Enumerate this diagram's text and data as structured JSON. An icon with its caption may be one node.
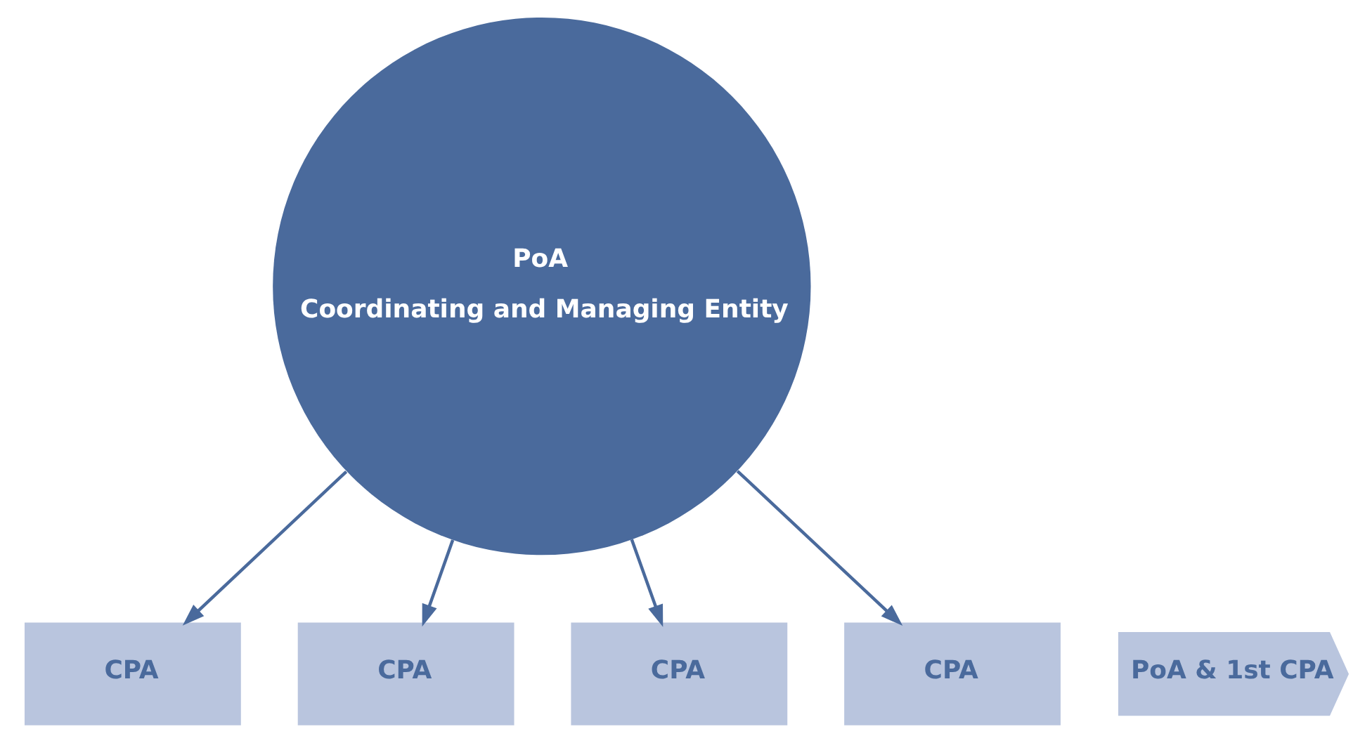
{
  "diagram": {
    "nodes": [
      {
        "text": [
          "PoA",
          "Coordinating and Managing Entity"
        ]
      },
      {
        "text": [
          "CPA"
        ]
      },
      {
        "text": [
          "CPA"
        ]
      },
      {
        "text": [
          "CPA"
        ]
      },
      {
        "text": [
          "CPA"
        ]
      },
      {
        "text": [
          "PoA & 1st CPA"
        ]
      }
    ],
    "edges": [
      {
        "from": 0,
        "to": 1,
        "arrow": "to"
      },
      {
        "from": 0,
        "to": 3,
        "arrow": "to"
      },
      {
        "from": 0,
        "to": 4,
        "arrow": "to"
      },
      {
        "from": 0,
        "to": 2,
        "arrow": "to"
      }
    ]
  }
}
